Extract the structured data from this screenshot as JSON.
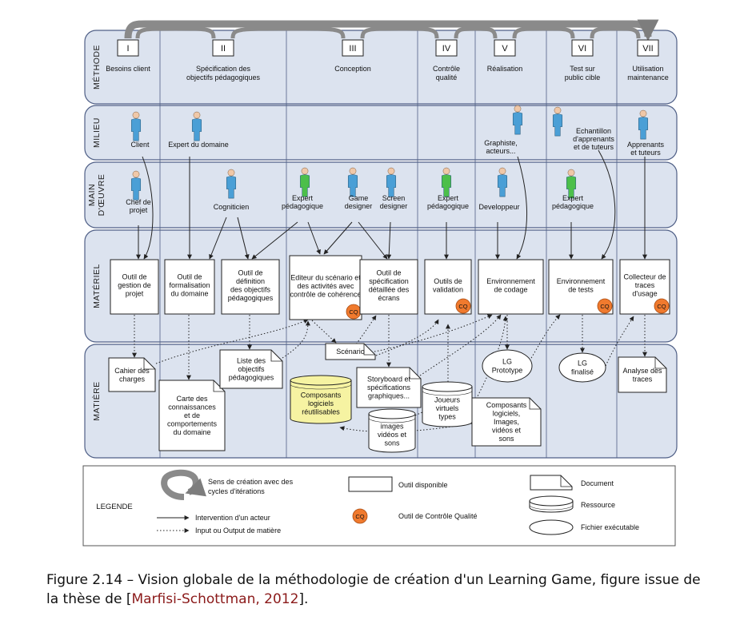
{
  "colors": {
    "band_fill": "#dce3ef",
    "band_stroke": "#4f5f86",
    "line": "#222222",
    "cq": "#f07a2e",
    "green_person": "#4cbf4a",
    "blue_person": "#4a9fd6",
    "reusable": "#f6f3a2",
    "caption_link": "#8b1a1a"
  },
  "rows": [
    {
      "label": "MÉTHODE"
    },
    {
      "label": "MILIEU"
    },
    {
      "label": "MAIN D'ŒUVRE"
    },
    {
      "label": "MATÉRIEL"
    },
    {
      "label": "MATIÈRE"
    }
  ],
  "phases": [
    {
      "num": "I",
      "title": "Besoins client"
    },
    {
      "num": "II",
      "title": "Spécification des objectifs pédagogiques"
    },
    {
      "num": "III",
      "title": "Conception"
    },
    {
      "num": "IV",
      "title": "Contrôle qualité"
    },
    {
      "num": "V",
      "title": "Réalisation"
    },
    {
      "num": "VI",
      "title": "Test sur public cible"
    },
    {
      "num": "VII",
      "title": "Utilisation maintenance"
    }
  ],
  "actors": [
    {
      "label": "Client",
      "color": "blue"
    },
    {
      "label": "Expert du domaine",
      "color": "blue"
    },
    {
      "label": "Graphiste, acteurs...",
      "color": "blue"
    },
    {
      "label": "Echantillon d'apprenants et de tuteurs",
      "color": "blue"
    },
    {
      "label": "Apprenants et tuteurs",
      "color": "blue"
    },
    {
      "label": "Chef de projet",
      "color": "blue"
    },
    {
      "label": "Cogniticien",
      "color": "blue"
    },
    {
      "label": "Expert pédagogique",
      "color": "green"
    },
    {
      "label": "Game designer",
      "color": "blue"
    },
    {
      "label": "Screen designer",
      "color": "blue"
    },
    {
      "label": "Expert pédagogique",
      "color": "green"
    },
    {
      "label": "Developpeur",
      "color": "blue"
    },
    {
      "label": "Expert pédagogique",
      "color": "green"
    }
  ],
  "tools": [
    {
      "label": "Outil de gestion de projet",
      "cq": false
    },
    {
      "label": "Outil de formalisation du domaine",
      "cq": false
    },
    {
      "label": "Outil de définition des objectifs pédagogiques",
      "cq": false
    },
    {
      "label": "Editeur du scénario et des activités avec contrôle de cohérence",
      "cq": true
    },
    {
      "label": "Outil de spécification détaillée des écrans",
      "cq": false
    },
    {
      "label": "Outils de validation",
      "cq": true
    },
    {
      "label": "Environnement de codage",
      "cq": false
    },
    {
      "label": "Environnement de tests",
      "cq": true
    },
    {
      "label": "Collecteur de traces d'usage",
      "cq": true
    }
  ],
  "cq_label": "CQ",
  "documents": [
    {
      "label": "Cahier des charges"
    },
    {
      "label": "Carte des connaissances et de comportements du domaine"
    },
    {
      "label": "Liste des objectifs pédagogiques"
    },
    {
      "label": "Scénario"
    },
    {
      "label": "Storyboard et spécifications graphiques..."
    },
    {
      "label": "Composants logiciels, Images, vidéos et sons"
    },
    {
      "label": "Analyse des traces"
    }
  ],
  "resources": [
    {
      "label": "Composants logiciels réutilisables",
      "highlight": true
    },
    {
      "label": "images vidéos et sons",
      "highlight": false
    },
    {
      "label": "Joueurs virtuels types",
      "highlight": false
    }
  ],
  "executables": [
    {
      "label": "LG Prototype"
    },
    {
      "label": "LG finalisé"
    }
  ],
  "legend": {
    "title": "LEGENDE",
    "cycle": "Sens de création avec des cycles d'itérations",
    "actor_arrow": "Intervention d'un acteur",
    "matter_arrow": "Input ou Output de matière",
    "tool": "Outil disponible",
    "cq_tool": "Outil de Contrôle Qualité",
    "document": "Document",
    "resource": "Ressource",
    "executable": "Fichier exécutable"
  },
  "caption": {
    "text": "Figure 2.14 – Vision globale de la méthodologie de création d'un Learning Game, figure issue de la thèse de [",
    "cite": "Marfisi-Schottman, 2012",
    "end": "]."
  }
}
